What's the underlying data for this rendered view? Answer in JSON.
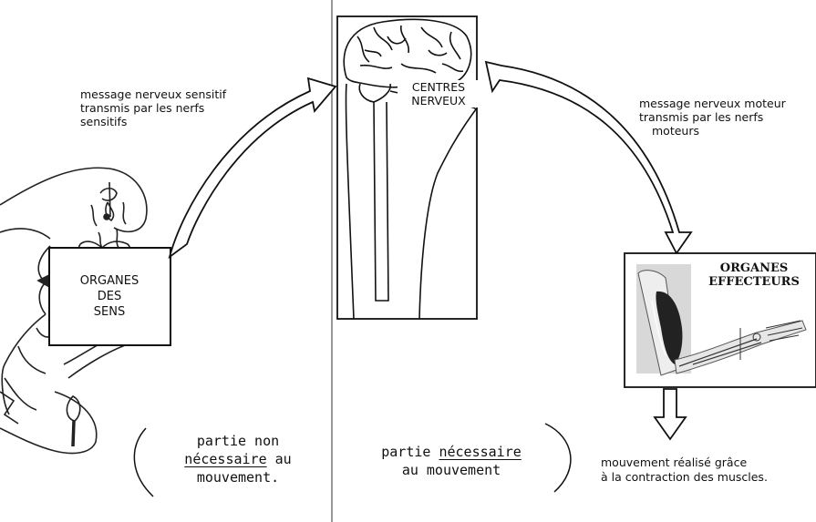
{
  "sensory_message": {
    "line1": "message nerveux sensitif",
    "line2": "transmis par les nerfs",
    "line3": "sensitifs"
  },
  "motor_message": {
    "line1": "message nerveux moteur",
    "line2": "transmis par les nerfs",
    "line3": "moteurs"
  },
  "sense_organs_box": {
    "line1": "ORGANES",
    "line2": "DES",
    "line3": "SENS"
  },
  "nerve_centres": {
    "line1": "CENTRES",
    "line2": "NERVEUX"
  },
  "effector_organs": {
    "line1": "ORGANES",
    "line2": "EFFECTEURS"
  },
  "not_necessary": {
    "line1": "partie non",
    "line2_word": "nécessaire",
    "line2_rest": " au",
    "line3": "mouvement."
  },
  "necessary": {
    "line1_start": "partie ",
    "line1_word": "nécessaire",
    "line2": "au mouvement"
  },
  "movement": {
    "line1": "mouvement réalisé grâce",
    "line2": "à la contraction des muscles."
  }
}
